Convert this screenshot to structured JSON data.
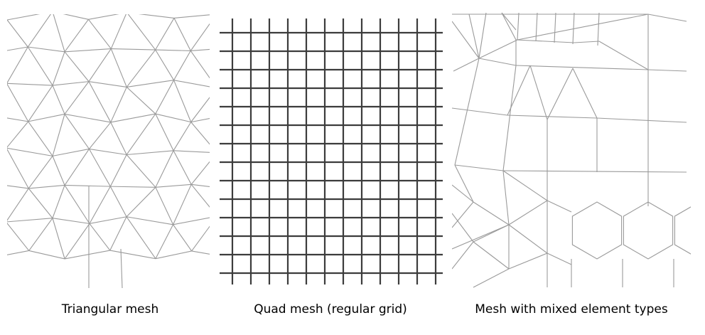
{
  "panels": [
    {
      "id": "triangular",
      "caption": "Triangular mesh"
    },
    {
      "id": "quad",
      "caption": "Quad mesh (regular grid)"
    },
    {
      "id": "mixed",
      "caption": "Mesh with mixed element types"
    }
  ],
  "colors": {
    "thin_line": "#9a9a9a",
    "grid_line": "#3c3c3c",
    "background": "#ffffff"
  }
}
